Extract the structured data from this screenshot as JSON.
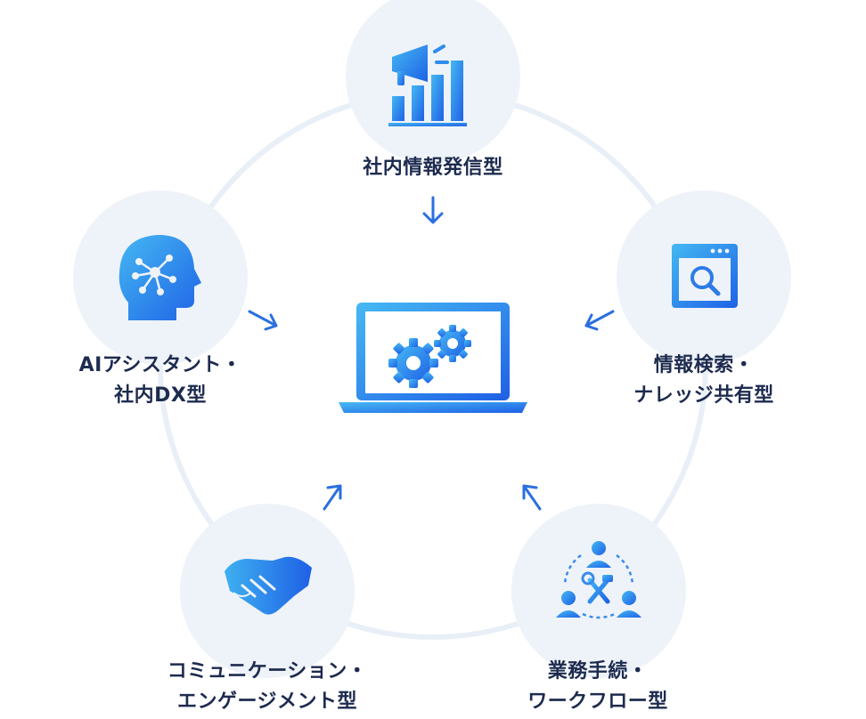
{
  "center": {
    "icon": "laptop-gears-icon"
  },
  "nodes": [
    {
      "id": "internal-communication",
      "icon": "megaphone-chart-icon",
      "lines": [
        "社内情報発信型"
      ]
    },
    {
      "id": "knowledge-sharing",
      "icon": "browser-search-icon",
      "lines": [
        "情報検索・",
        "ナレッジ共有型"
      ]
    },
    {
      "id": "workflow",
      "icon": "team-tools-icon",
      "lines": [
        "業務手続・",
        "ワークフロー型"
      ]
    },
    {
      "id": "engagement",
      "icon": "handshake-icon",
      "lines": [
        "コミュニケーション・",
        "エンゲージメント型"
      ]
    },
    {
      "id": "ai-assistant",
      "icon": "ai-head-icon",
      "lines": [
        "AIアシスタント・",
        "社内DX型"
      ]
    }
  ],
  "colors": {
    "gradient_start": "#3fb2f0",
    "gradient_end": "#1f64e6",
    "text": "#1d2b4f",
    "circle_fill": "#eef3f9",
    "ring": "#e9eff7"
  }
}
